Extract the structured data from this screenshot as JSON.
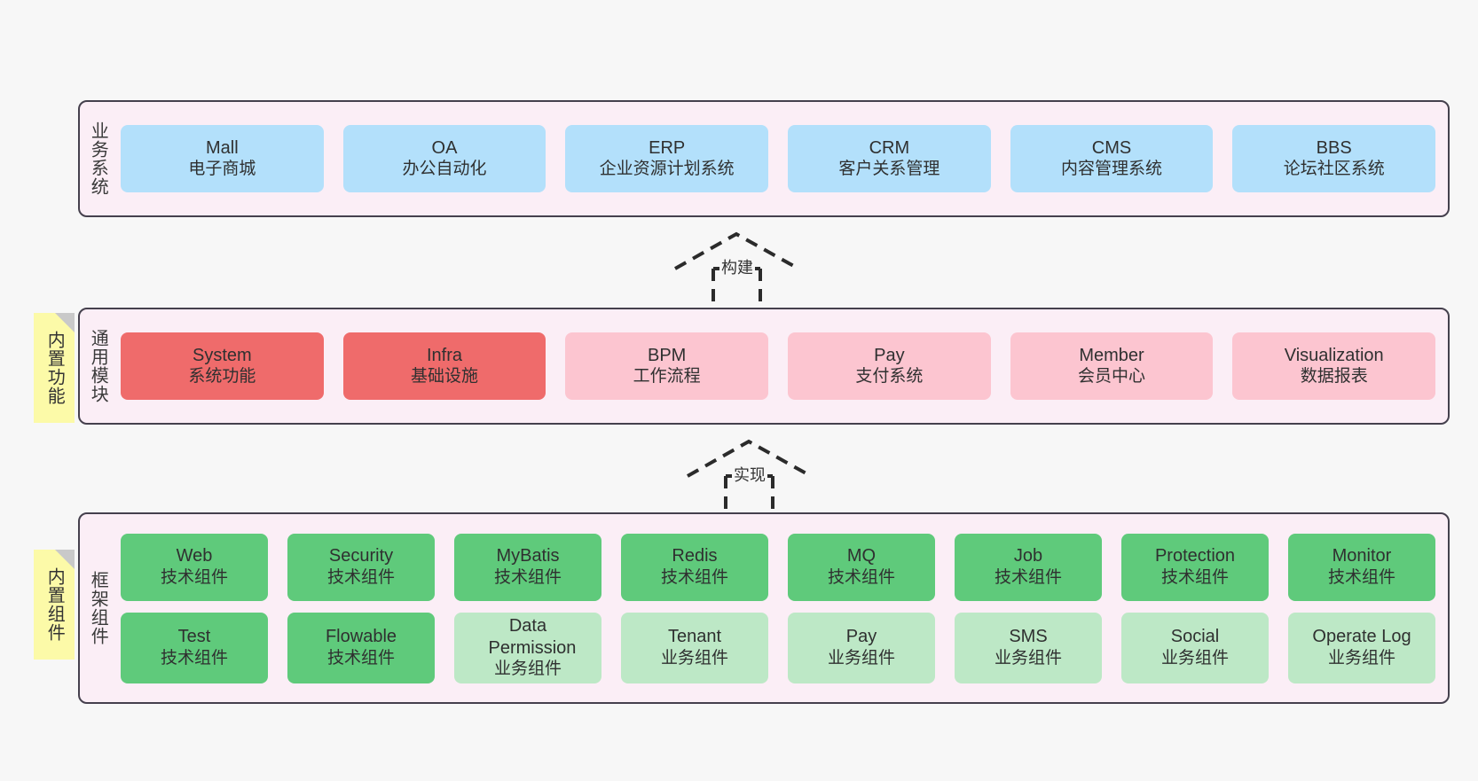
{
  "diagram": {
    "background_color": "#f7f7f7",
    "layer_fill": "#fbeef6",
    "layer_border": "#45404d",
    "sticky_color": "#fcfaa8"
  },
  "layers": [
    {
      "id": "business-system",
      "title": "业务系统",
      "card_color": "#b3e0fb",
      "rows": [
        [
          {
            "name": "Mall",
            "desc": "电子商城"
          },
          {
            "name": "OA",
            "desc": "办公自动化"
          },
          {
            "name": "ERP",
            "desc": "企业资源计划系统"
          },
          {
            "name": "CRM",
            "desc": "客户关系管理"
          },
          {
            "name": "CMS",
            "desc": "内容管理系统"
          },
          {
            "name": "BBS",
            "desc": "论坛社区系统"
          }
        ]
      ]
    },
    {
      "id": "common-module",
      "title": "通用模块",
      "sticky": "内置功能",
      "rows": [
        [
          {
            "name": "System",
            "desc": "系统功能",
            "color": "#ef6b6b"
          },
          {
            "name": "Infra",
            "desc": "基础设施",
            "color": "#ef6b6b"
          },
          {
            "name": "BPM",
            "desc": "工作流程",
            "color": "#fcc5d0"
          },
          {
            "name": "Pay",
            "desc": "支付系统",
            "color": "#fcc5d0"
          },
          {
            "name": "Member",
            "desc": "会员中心",
            "color": "#fcc5d0"
          },
          {
            "name": "Visualization",
            "desc": "数据报表",
            "color": "#fcc5d0"
          }
        ]
      ]
    },
    {
      "id": "framework-component",
      "title": "框架组件",
      "sticky": "内置组件",
      "rows": [
        [
          {
            "name": "Web",
            "desc": "技术组件",
            "color": "#5fca7b"
          },
          {
            "name": "Security",
            "desc": "技术组件",
            "color": "#5fca7b"
          },
          {
            "name": "MyBatis",
            "desc": "技术组件",
            "color": "#5fca7b"
          },
          {
            "name": "Redis",
            "desc": "技术组件",
            "color": "#5fca7b"
          },
          {
            "name": "MQ",
            "desc": "技术组件",
            "color": "#5fca7b"
          },
          {
            "name": "Job",
            "desc": "技术组件",
            "color": "#5fca7b"
          },
          {
            "name": "Protection",
            "desc": "技术组件",
            "color": "#5fca7b"
          },
          {
            "name": "Monitor",
            "desc": "技术组件",
            "color": "#5fca7b"
          }
        ],
        [
          {
            "name": "Test",
            "desc": "技术组件",
            "color": "#5fca7b"
          },
          {
            "name": "Flowable",
            "desc": "技术组件",
            "color": "#5fca7b"
          },
          {
            "name": "Data Permission",
            "desc": "业务组件",
            "color": "#bde8c6"
          },
          {
            "name": "Tenant",
            "desc": "业务组件",
            "color": "#bde8c6"
          },
          {
            "name": "Pay",
            "desc": "业务组件",
            "color": "#bde8c6"
          },
          {
            "name": "SMS",
            "desc": "业务组件",
            "color": "#bde8c6"
          },
          {
            "name": "Social",
            "desc": "业务组件",
            "color": "#bde8c6"
          },
          {
            "name": "Operate Log",
            "desc": "业务组件",
            "color": "#bde8c6"
          }
        ]
      ]
    }
  ],
  "connectors": [
    {
      "id": "build",
      "label": "构建",
      "from": "common-module",
      "to": "business-system"
    },
    {
      "id": "implement",
      "label": "实现",
      "from": "framework-component",
      "to": "common-module"
    }
  ]
}
